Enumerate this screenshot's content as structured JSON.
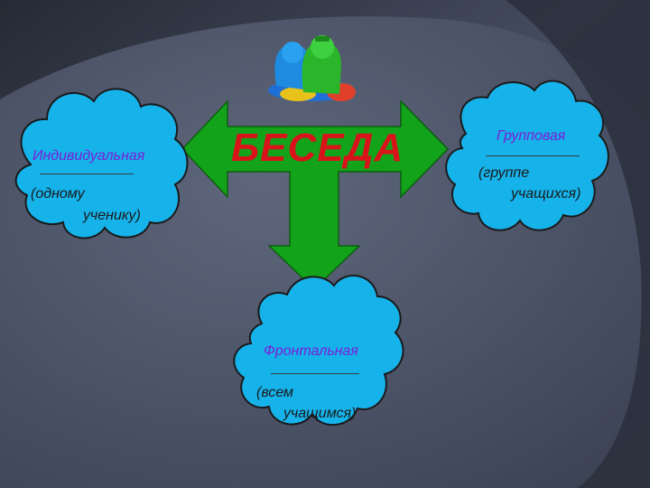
{
  "colors": {
    "slide_background": "#3a4152",
    "cloud_fill": "#16b2ea",
    "arrow_fill": "#13a31a",
    "title_text": "#d8141a",
    "type_text": "#7b1fd6"
  },
  "diagram": {
    "title": "БЕСЕДА",
    "icon": "people-group-icon",
    "nodes": [
      {
        "id": "individual",
        "type": "Индивидуальная",
        "line1": "(одному",
        "line2": "ученику)"
      },
      {
        "id": "group",
        "type": "Групповая",
        "line1": "(группе",
        "line2": "учащихся)"
      },
      {
        "id": "frontal",
        "type": "Фронтальная",
        "line1": "(всем",
        "line2": "учащимся)"
      }
    ]
  }
}
